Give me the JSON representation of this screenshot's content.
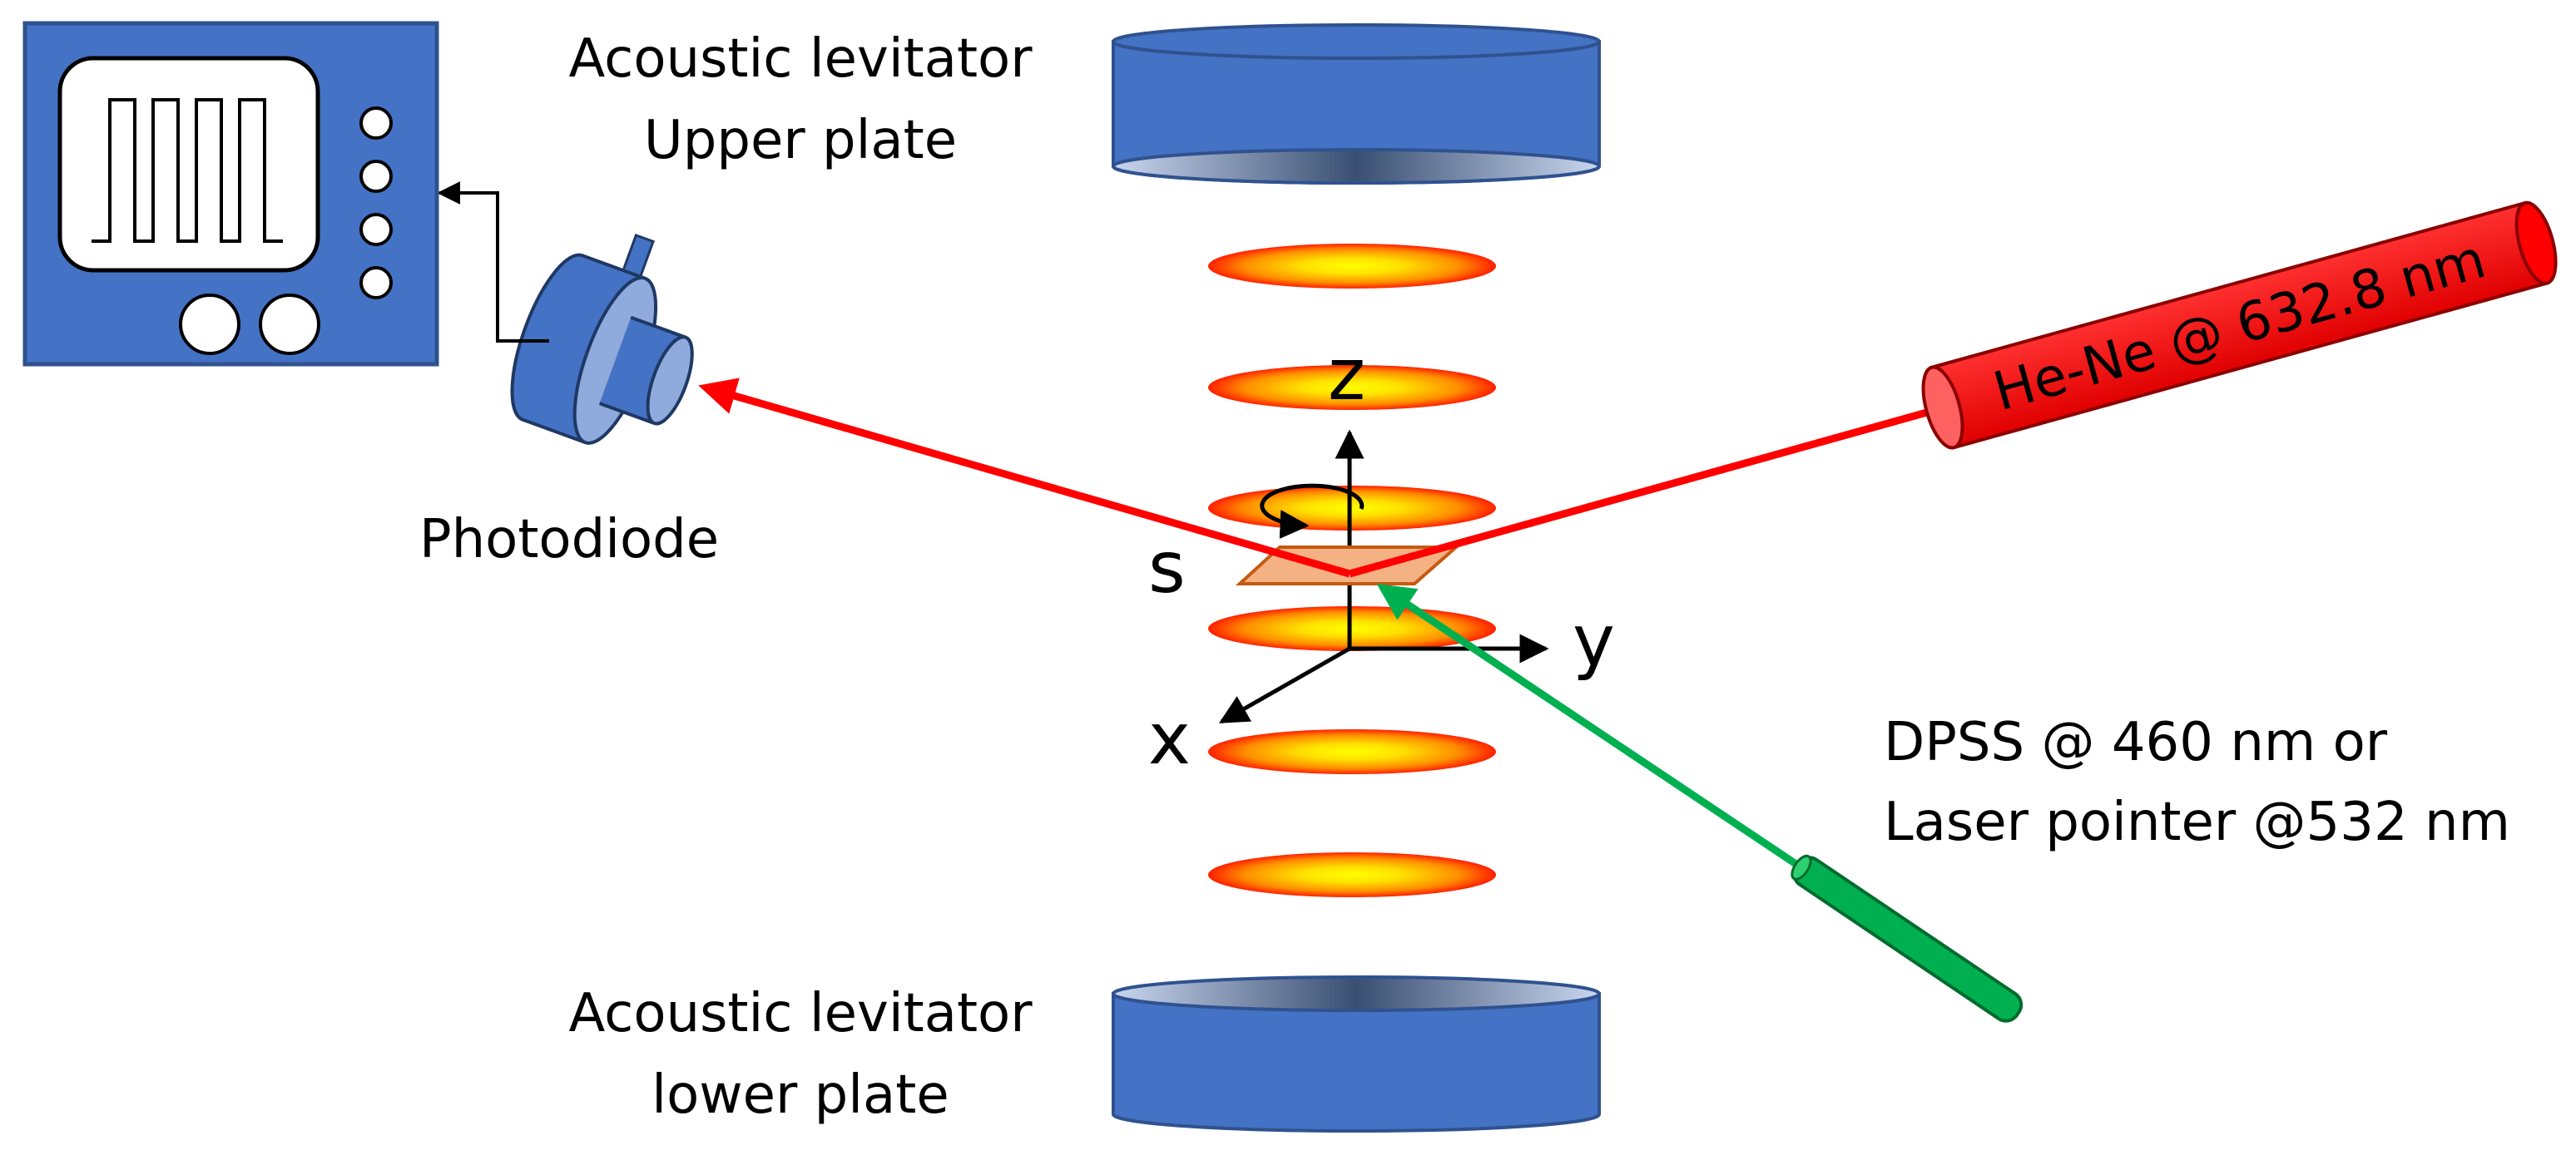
{
  "labels": {
    "upper_plate_line1": "Acoustic levitator",
    "upper_plate_line2": "Upper plate",
    "lower_plate_line1": "Acoustic levitator",
    "lower_plate_line2": "lower plate",
    "photodiode": "Photodiode",
    "sample": "s",
    "axis_z": "z",
    "axis_y": "y",
    "axis_x": "x",
    "hene_laser": "He-Ne @ 632.8 nm",
    "green_laser_line1": "DPSS @ 460 nm or",
    "green_laser_line2": "Laser pointer @532 nm"
  },
  "colors": {
    "plate_blue": "#4472C4",
    "plate_edge": "#2F528F",
    "red_beam": "#FF0000",
    "green_beam": "#00B050",
    "node_yellow": "#FFFF00",
    "node_red": "#FF2000",
    "sample_orange": "#F4B183",
    "sample_edge": "#C55A11"
  },
  "icons": {
    "oscilloscope": "oscilloscope-icon",
    "photodiode": "photodiode-icon",
    "hene_laser": "cylinder-laser-icon",
    "green_laser": "laser-pointer-icon",
    "rotation": "rotation-arrow-icon"
  }
}
